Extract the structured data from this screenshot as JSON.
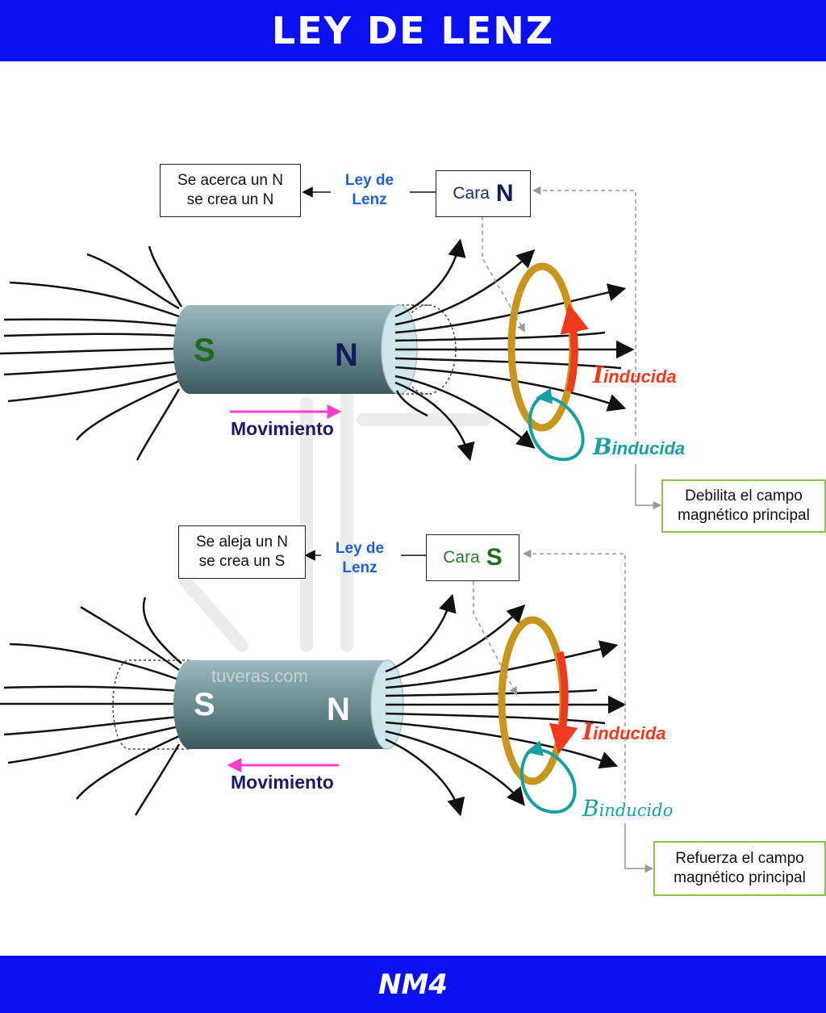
{
  "header": {
    "title": "LEY DE LENZ"
  },
  "footer": {
    "label": "NM4"
  },
  "top": {
    "result_line1": "Se acerca un N",
    "result_line2": "se crea un N",
    "lenz_line1": "Ley de",
    "lenz_line2": "Lenz",
    "face_prefix": "Cara",
    "face_letter": "N",
    "magnet_left": "S",
    "magnet_right": "N",
    "motion": "Movimiento",
    "current_main": "I",
    "current_sub": "inducida",
    "field_main": "B",
    "field_sub": "inducida",
    "effect_line1": "Debilita el campo",
    "effect_line2": "magnético principal"
  },
  "bottom": {
    "result_line1": "Se aleja un N",
    "result_line2": "se crea un S",
    "lenz_line1": "Ley de",
    "lenz_line2": "Lenz",
    "face_prefix": "Cara",
    "face_letter": "S",
    "magnet_left": "S",
    "magnet_right": "N",
    "motion": "Movimiento",
    "current_main": "I",
    "current_sub": "inducida",
    "field_main": "B",
    "field_sub": "inducido",
    "effect_line1": "Refuerza el campo",
    "effect_line2": "magnético principal"
  },
  "watermark": "tuveras.com",
  "colors": {
    "bars": "#0a10f0",
    "loop": "#c8961e",
    "current": "#f03a1e",
    "field": "#19a0a0",
    "motion_arrow": "#ff3dc8",
    "lenz_text": "#1e5fd8",
    "effect_border": "#8bc34a"
  }
}
